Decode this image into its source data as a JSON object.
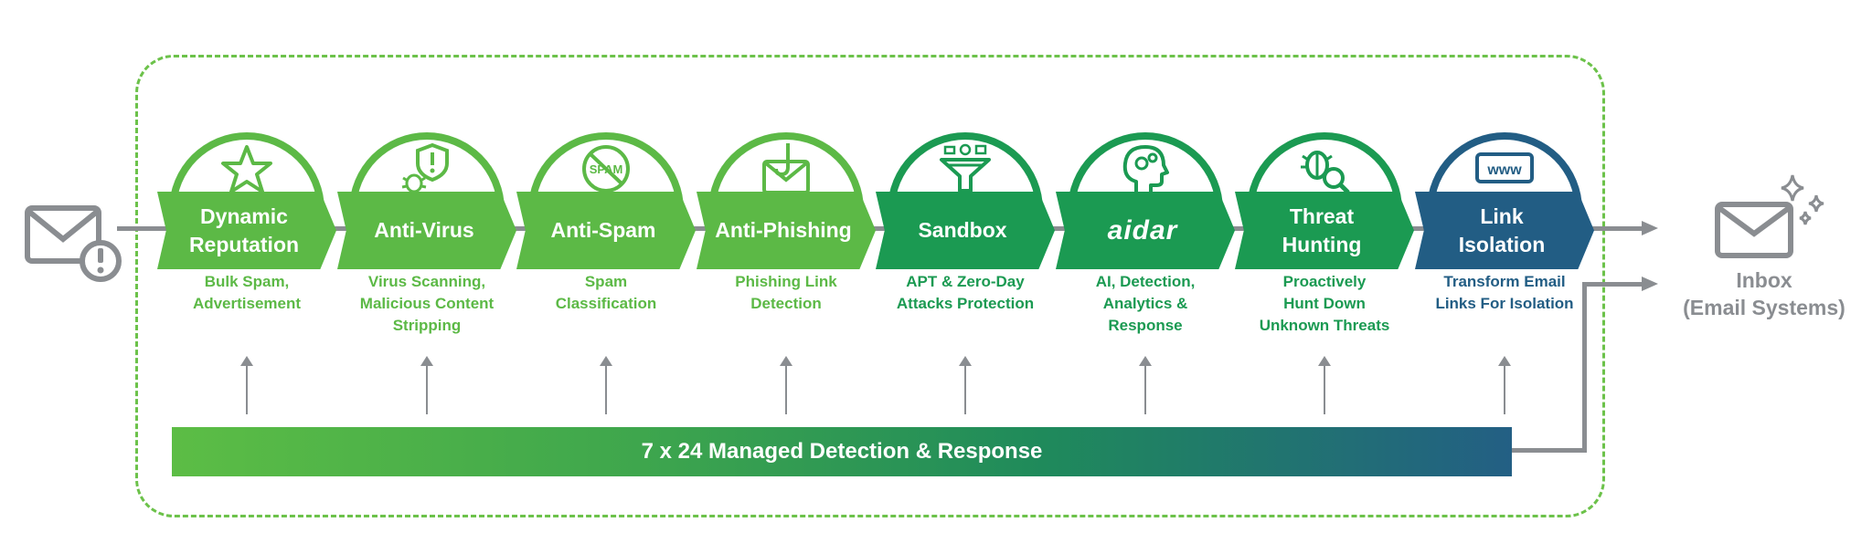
{
  "colors": {
    "light_green": "#5cb946",
    "mid_green": "#1b9a52",
    "navy": "#225d84",
    "gray": "#8a8d91",
    "dashed_frame": "#6cc24a"
  },
  "incoming": {
    "icon": "mail-alert-icon"
  },
  "stages": [
    {
      "name": "Dynamic\nReputation",
      "desc": "Bulk Spam,\nAdvertisement",
      "icon": "star-icon",
      "color": "#5cb946"
    },
    {
      "name": "Anti-Virus",
      "desc": "Virus Scanning,\nMalicious Content\nStripping",
      "icon": "bug-shield-icon",
      "color": "#5cb946"
    },
    {
      "name": "Anti-Spam",
      "desc": "Spam\nClassification",
      "icon": "spam-stamp-icon",
      "color": "#5cb946"
    },
    {
      "name": "Anti-Phishing",
      "desc": "Phishing Link\nDetection",
      "icon": "phishing-hook-mail-icon",
      "color": "#5cb946"
    },
    {
      "name": "Sandbox",
      "desc": "APT & Zero-Day\nAttacks Protection",
      "icon": "funnel-icon",
      "color": "#1b9a52"
    },
    {
      "name": "aidar",
      "desc": "AI, Detection,\nAnalytics &\nResponse",
      "icon": "ai-head-gears-icon",
      "color": "#1b9a52"
    },
    {
      "name": "Threat\nHunting",
      "desc": "Proactively\nHunt Down\nUnknown Threats",
      "icon": "bug-magnifier-icon",
      "color": "#1b9a52"
    },
    {
      "name": "Link\nIsolation",
      "desc": "Transform Email\nLinks For Isolation",
      "icon": "www-browser-icon",
      "color": "#225d84"
    }
  ],
  "mdr": {
    "label": "7 x 24 Managed Detection & Response"
  },
  "inbox": {
    "label": "Inbox\n(Email Systems)",
    "icon": "inbox-mail-sparkle-icon"
  }
}
